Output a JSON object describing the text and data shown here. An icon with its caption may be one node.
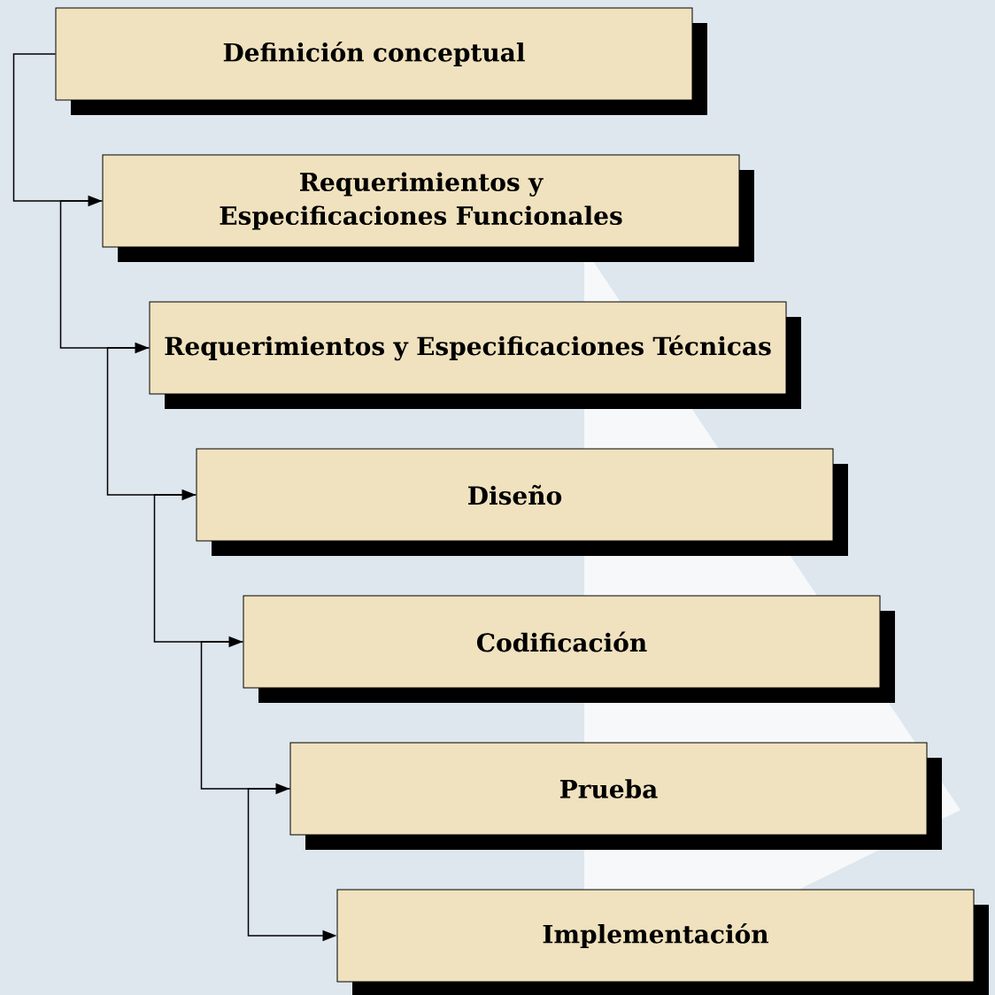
{
  "diagram": {
    "nodes": [
      {
        "text": [
          "Definición conceptual"
        ]
      },
      {
        "text": [
          "Requerimientos y Especificaciones Funcionales"
        ]
      },
      {
        "text": [
          "Requerimientos y Especificaciones Técnicas"
        ]
      },
      {
        "text": [
          "Diseño"
        ]
      },
      {
        "text": [
          "Codificación"
        ]
      },
      {
        "text": [
          "Prueba"
        ]
      },
      {
        "text": [
          "Implementación"
        ]
      }
    ],
    "edges": [
      {
        "from": 0,
        "to": 1,
        "arrow": "to"
      },
      {
        "from": 1,
        "to": 2,
        "arrow": "to"
      },
      {
        "from": 2,
        "to": 3,
        "arrow": "to"
      },
      {
        "from": 3,
        "to": 4,
        "arrow": "to"
      },
      {
        "from": 4,
        "to": 5,
        "arrow": "to"
      },
      {
        "from": 5,
        "to": 6,
        "arrow": "to"
      }
    ]
  }
}
